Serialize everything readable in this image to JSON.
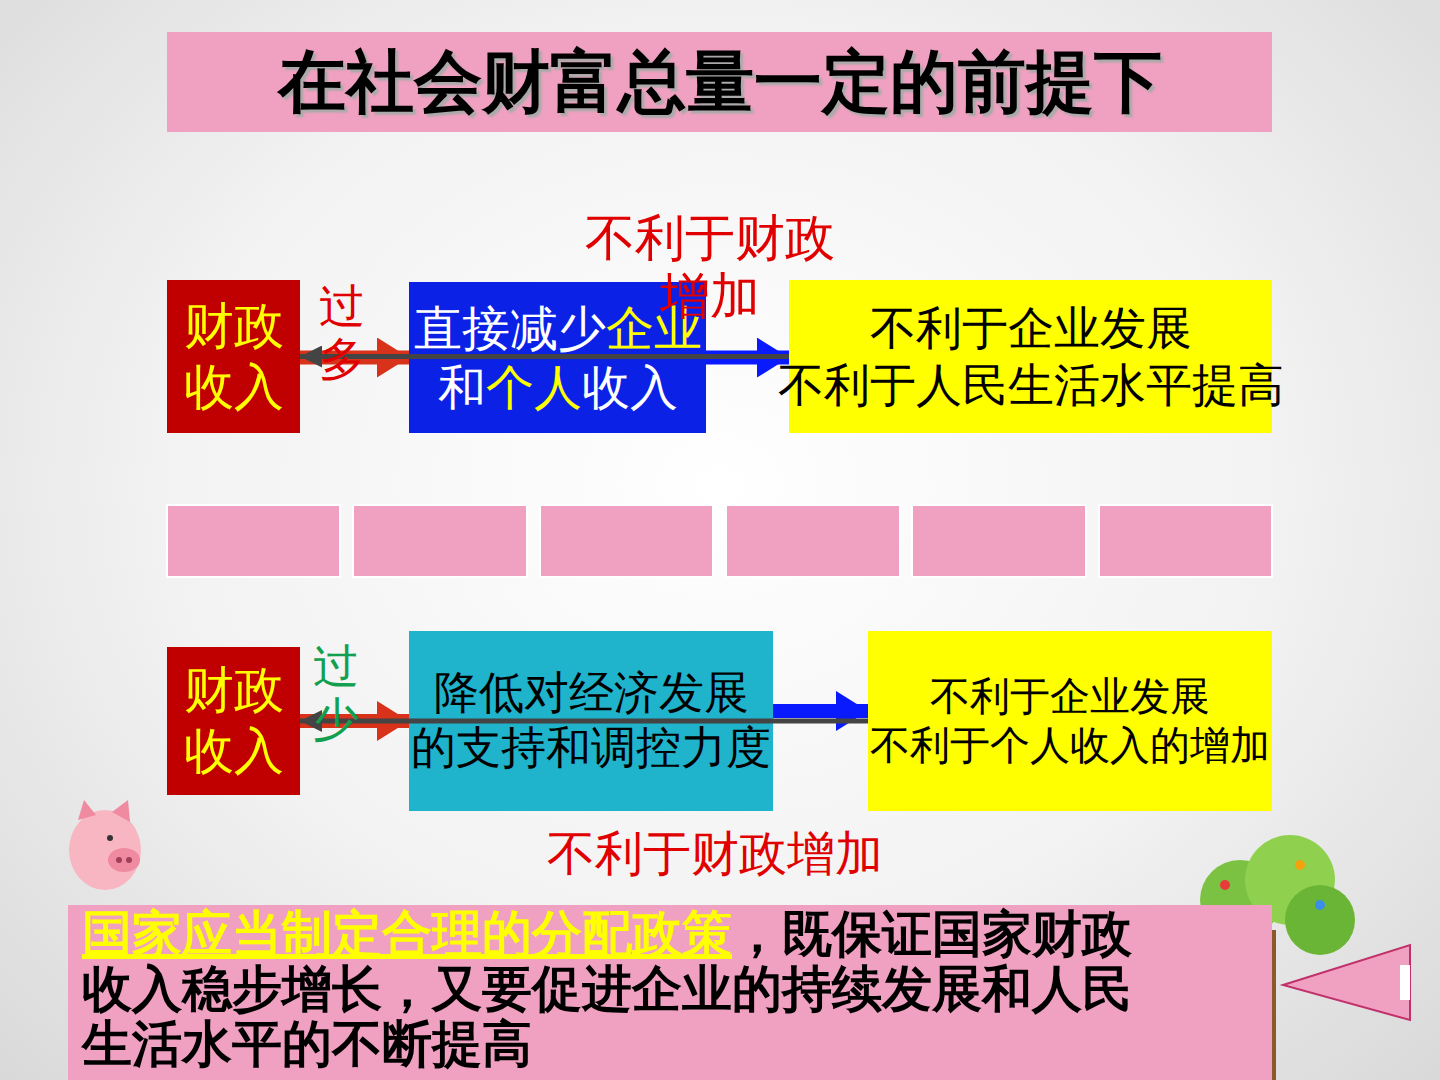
{
  "diagram": {
    "title": "在社会财富总量一定的前提下",
    "nodes": [
      {
        "text": [
          "财政 收入"
        ]
      },
      {
        "text": [
          "直接减少企业 和个人收入"
        ]
      },
      {
        "text": [
          "不利于企业发展",
          "不利于人民生活水平提高"
        ]
      },
      {
        "text": [
          "财政 收入"
        ]
      },
      {
        "text": [
          "降低对经济发展 的支持和调控力度"
        ]
      },
      {
        "text": [
          "不利于企业发展",
          "不利于个人收入的增加"
        ]
      },
      {
        "text": [
          "国家应当制定合理的分配政策，既保证国家财政 收入稳步增长，又要促进企业的持续发展和人民 生活水平的不断提高"
        ]
      }
    ],
    "edges": [
      {
        "from": 0,
        "to": 1,
        "label": "过 多",
        "arrow": "to"
      },
      {
        "from": 1,
        "to": 2,
        "arrow": "to"
      },
      {
        "from": 2,
        "to": 0,
        "label": "不利于财政 增加",
        "arrow": "to"
      },
      {
        "from": 3,
        "to": 4,
        "label": "过 少",
        "arrow": "to"
      },
      {
        "from": 4,
        "to": 5,
        "arrow": "to"
      },
      {
        "from": 5,
        "to": 3,
        "label": "不利于财政增加",
        "arrow": "to"
      }
    ]
  }
}
